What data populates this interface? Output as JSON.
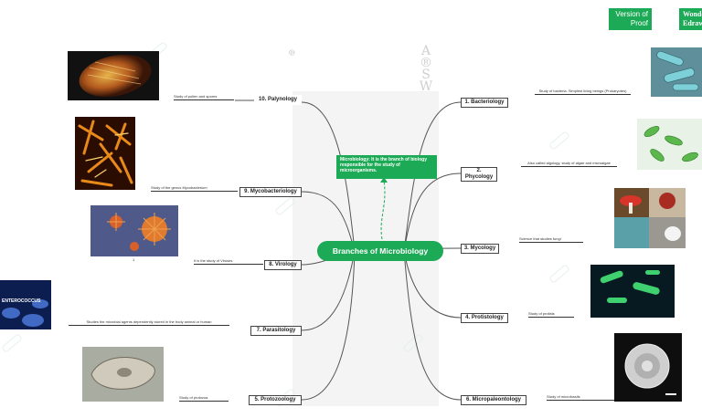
{
  "central_topic": "Branches of Microbiology",
  "note": "Microbiology: It is the branch of biology responsible for the study of microorganisms.",
  "watermark": {
    "version_label": "Version of Proof",
    "brand_label": "Wondershare Edraw",
    "vertical_letters": [
      "A",
      "®",
      "S",
      "W"
    ]
  },
  "branches_right": [
    {
      "label": "1. Bacteriology",
      "description": "Study of bacteria. Simplest living beings (Prokaryotes)",
      "image": "bacteria-image"
    },
    {
      "label": "2. Phycology",
      "description": "Also called algology, study of algae and microalgae",
      "image": "algae-image"
    },
    {
      "label": "3. Mycology",
      "description": "Science that studies fungi",
      "image": "fungi-image"
    },
    {
      "label": "4. Protistology",
      "description": "Study of protists",
      "image": "protists-image"
    },
    {
      "label": "6. Micropaleontology",
      "description": "Study of microfossils",
      "image": "microfossil-image"
    }
  ],
  "branches_left": [
    {
      "label": "10. Palynology",
      "description": "Study of pollen and spores",
      "image": "pollen-image"
    },
    {
      "label": "9. Mycobacteriology",
      "description": "Study of the genus Mycobacterium",
      "image": "mycobacteria-image"
    },
    {
      "label": "8. Virology",
      "description": "It is the study of Viruses",
      "image": "virus-image",
      "caption": "1"
    },
    {
      "label": "7. Parasitology",
      "description": "Studies the microbial agents dependently stored in the body animal or human",
      "image": "parasite-image",
      "image_text": "ENTEROCOCCUS"
    },
    {
      "label": "5. Protozoology",
      "description": "Study of protozoa",
      "image": "protozoa-image"
    }
  ]
}
